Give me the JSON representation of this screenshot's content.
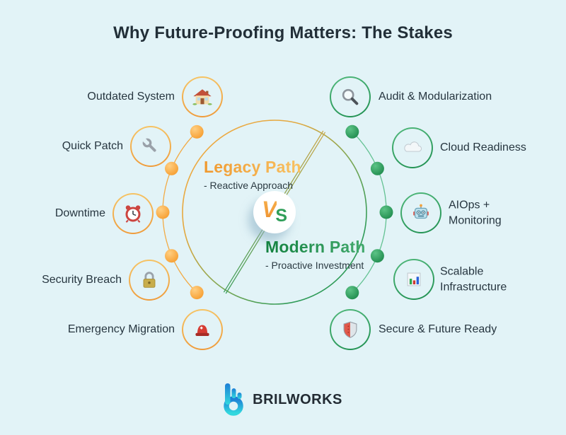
{
  "title": "Why Future-Proofing Matters: The Stakes",
  "center": {
    "legacy": {
      "title": "Legacy Path",
      "subtitle": "- Reactive Approach"
    },
    "modern": {
      "title": "Modern Path",
      "subtitle": "- Proactive Investment"
    },
    "vs": {
      "v": "V",
      "s": "S"
    }
  },
  "left_items": [
    {
      "label": "Outdated System",
      "icon": "house-icon"
    },
    {
      "label": "Quick Patch",
      "icon": "wrench-icon"
    },
    {
      "label": "Downtime",
      "icon": "alarm-clock-icon"
    },
    {
      "label": "Security Breach",
      "icon": "padlock-icon"
    },
    {
      "label": "Emergency Migration",
      "icon": "siren-icon"
    }
  ],
  "right_items": [
    {
      "label": "Audit & Modularization",
      "icon": "magnifier-icon"
    },
    {
      "label": "Cloud Readiness",
      "icon": "cloud-icon"
    },
    {
      "label": "AIOps + Monitoring",
      "icon": "robot-icon"
    },
    {
      "label": "Scalable Infrastructure",
      "icon": "bar-chart-icon"
    },
    {
      "label": "Secure & Future Ready",
      "icon": "shield-icon"
    }
  ],
  "footer": {
    "brand": "BRILWORKS"
  },
  "colors": {
    "background": "#e2f3f7",
    "legacy_orange": "#f2a03c",
    "modern_green": "#2f9b58",
    "text_dark": "#273640"
  }
}
